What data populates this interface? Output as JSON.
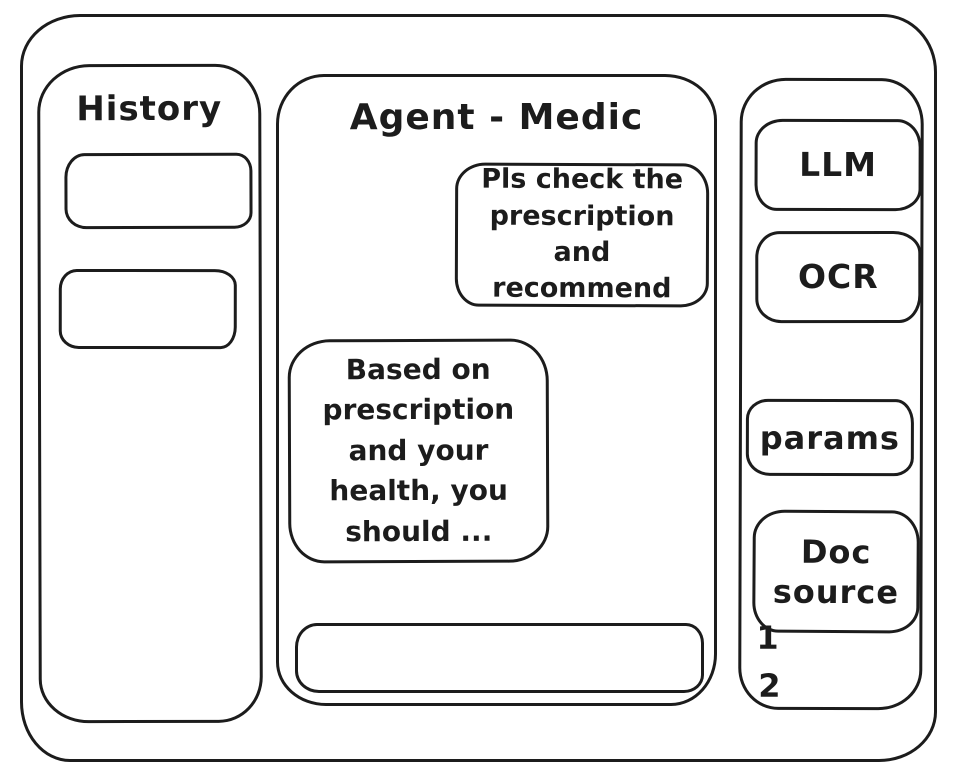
{
  "window": {
    "ink_color": "#1c1c1c",
    "background_color": "#ffffff"
  },
  "history_panel": {
    "title": "History",
    "items": [
      {
        "label": ""
      },
      {
        "label": ""
      }
    ]
  },
  "chat_panel": {
    "title": "Agent - Medic",
    "messages": [
      {
        "role": "user",
        "align": "right",
        "text": "Pls check the prescription and recommend"
      },
      {
        "role": "agent",
        "align": "left",
        "text": "Based on prescription and your health, you should ..."
      }
    ],
    "input": {
      "value": "",
      "placeholder": ""
    }
  },
  "tools_panel": {
    "buttons": [
      {
        "id": "llm",
        "label": "LLM"
      },
      {
        "id": "ocr",
        "label": "OCR"
      },
      {
        "id": "params",
        "label": "params"
      },
      {
        "id": "doc-source",
        "label": "Doc source"
      }
    ],
    "doc_sources": [
      {
        "label": "1"
      },
      {
        "label": "2"
      }
    ]
  }
}
